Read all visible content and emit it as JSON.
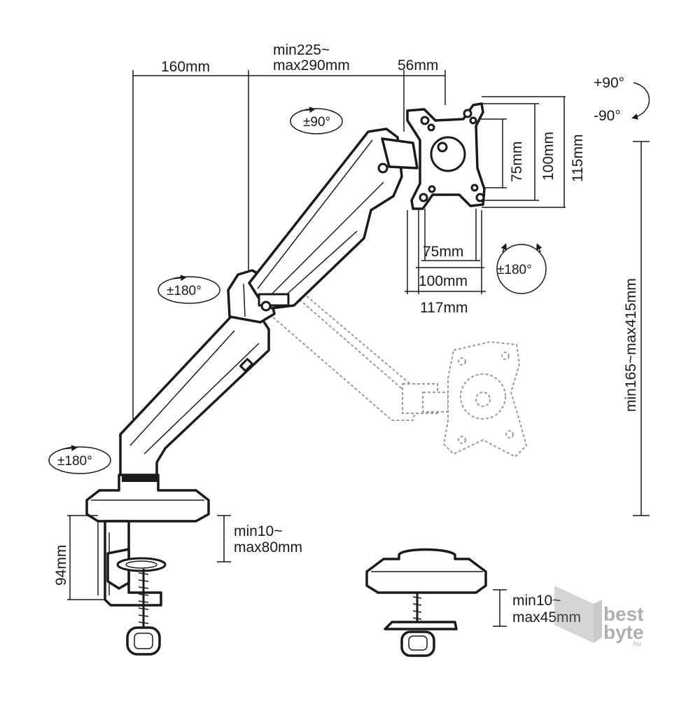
{
  "dimensions": {
    "arm_base_length": "160mm",
    "arm_reach_min": "min225~",
    "arm_reach_max": "max290mm",
    "tilt_head_offset": "56mm",
    "vesa_h_small": "75mm",
    "vesa_h_large": "100mm",
    "plate_width": "117mm",
    "vesa_v_small": "75mm",
    "vesa_v_large": "100mm",
    "plate_height": "115mm",
    "height_range": "min165~max415mm",
    "clamp_height": "94mm",
    "clamp_range_min": "min10~",
    "clamp_range_max": "max80mm",
    "grommet_range_min": "min10~",
    "grommet_range_max": "max45mm"
  },
  "rotations": {
    "tilt_up": "+90°",
    "tilt_down": "-90°",
    "head_swivel": "±90°",
    "plate_rotation": "±180°",
    "elbow_swivel": "±180°",
    "base_swivel": "±180°"
  },
  "watermark": {
    "brand_line1": "best",
    "brand_line2": "byte",
    "domain": ".hu"
  }
}
